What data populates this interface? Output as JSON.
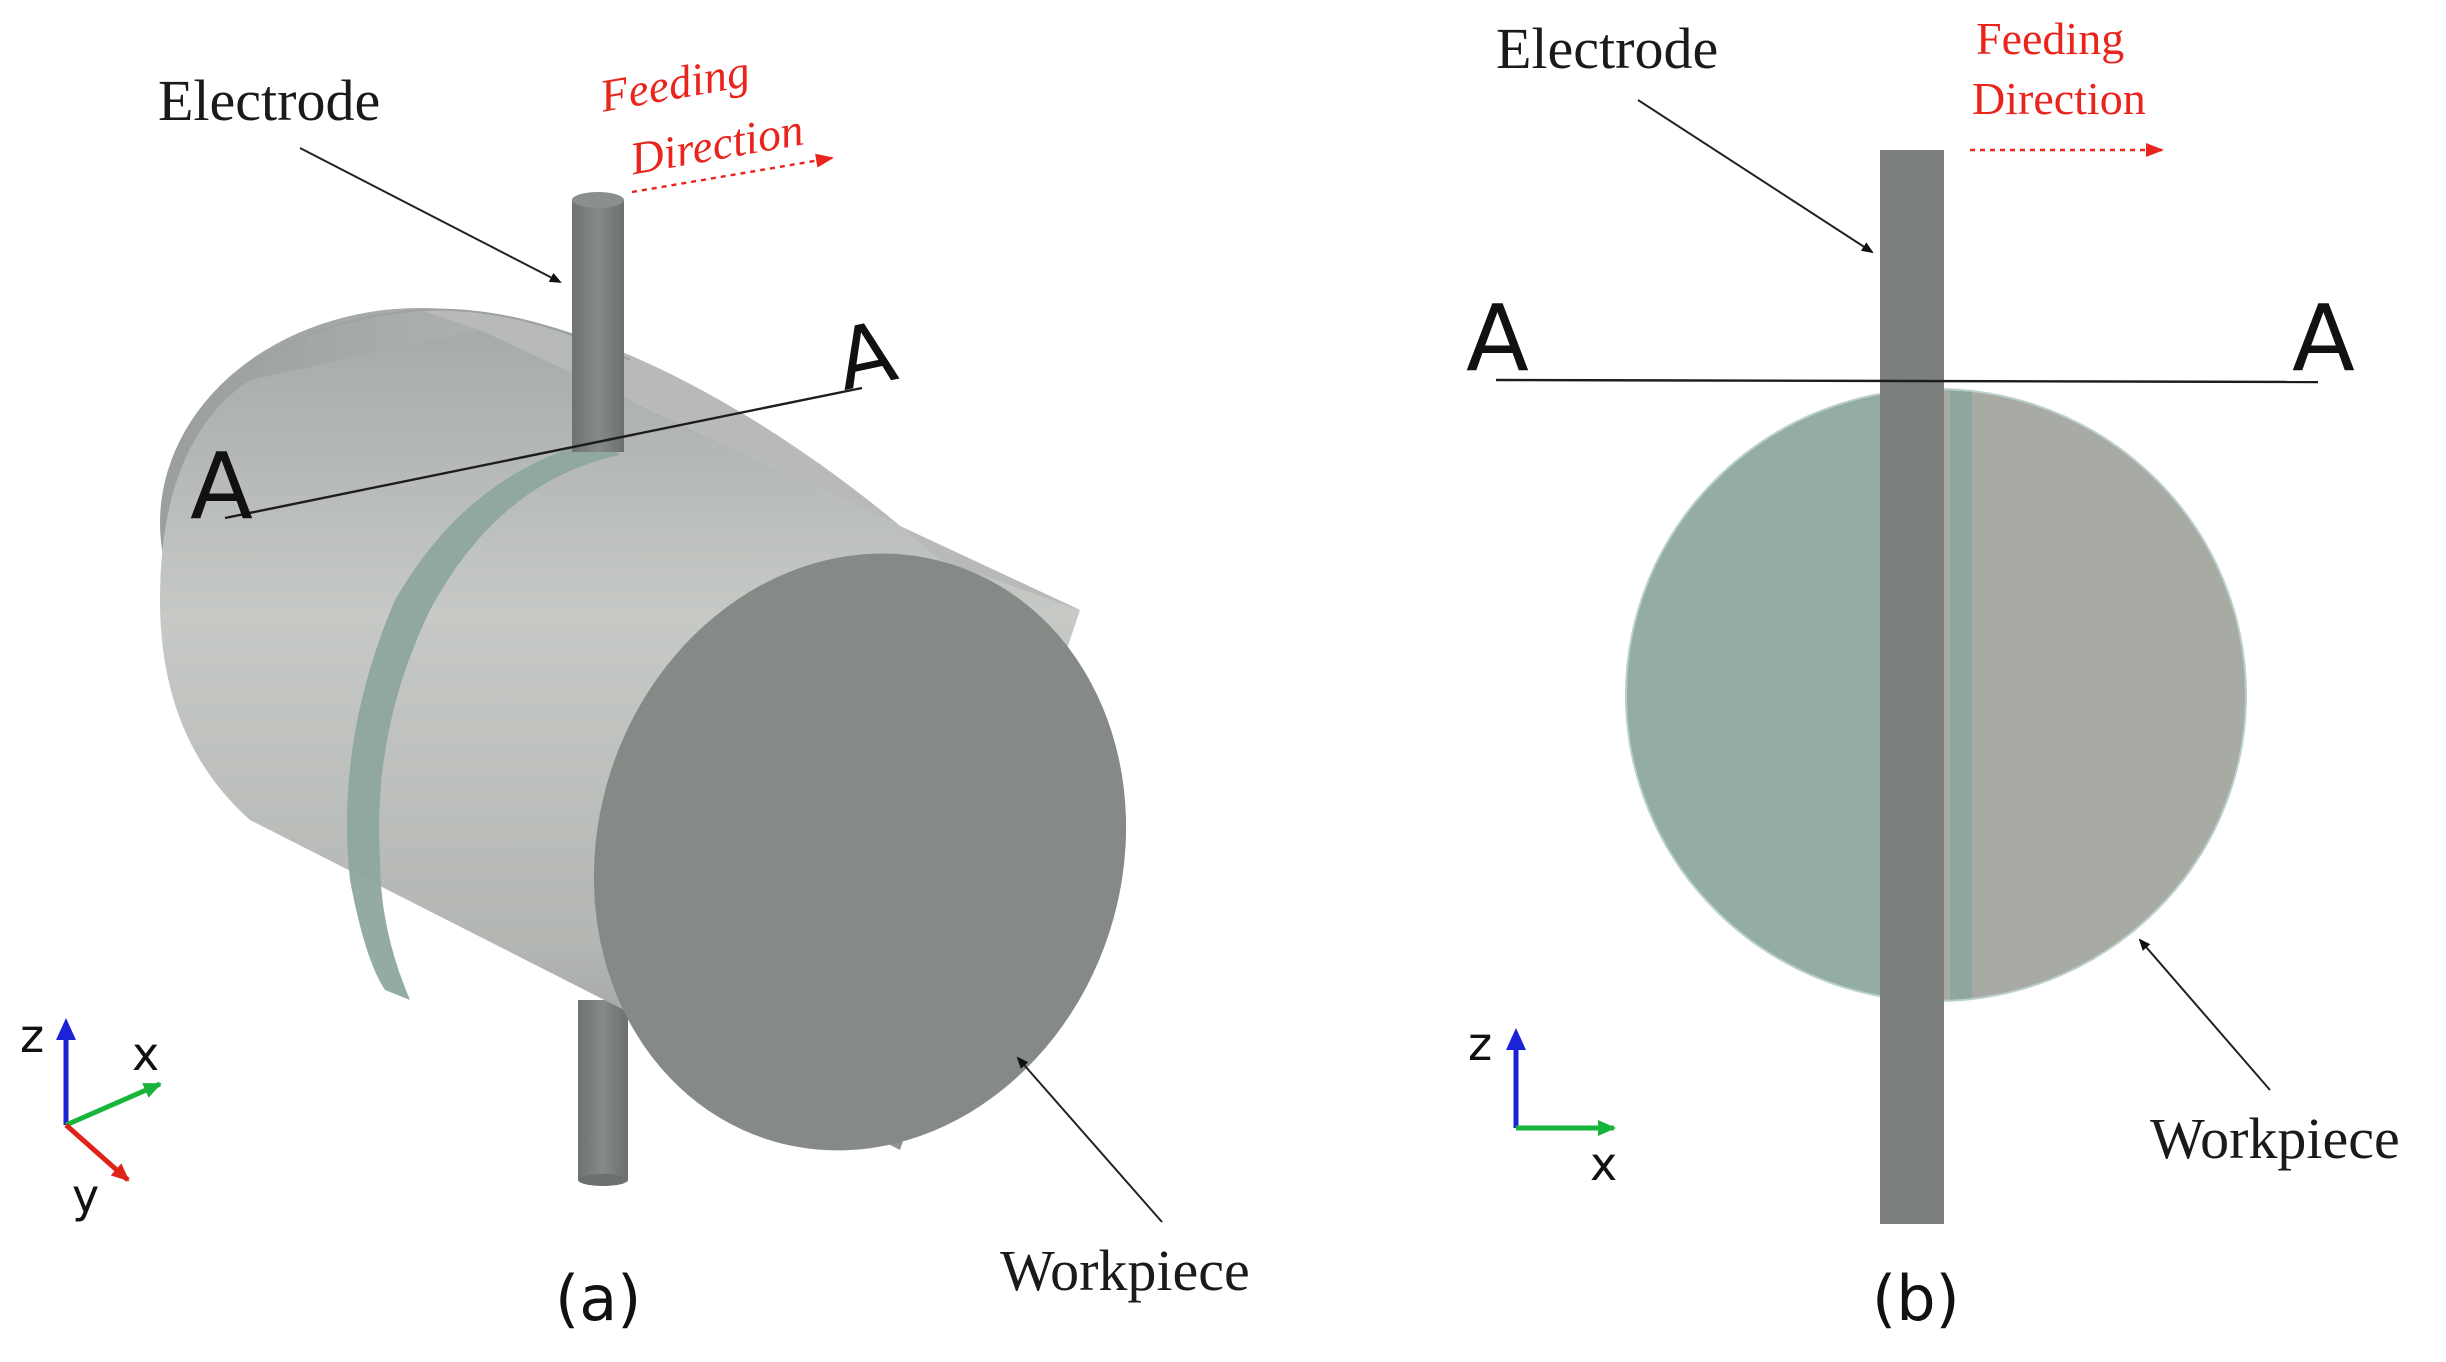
{
  "panel_a": {
    "caption": "(a)",
    "electrode_label": "Electrode",
    "workpiece_label": "Workpiece",
    "feeding_line1": "Feeding",
    "feeding_line2": "Direction",
    "section_label_left": "A",
    "section_label_right": "A",
    "axes": {
      "z": "z",
      "x": "x",
      "y": "y"
    }
  },
  "panel_b": {
    "caption": "(b)",
    "electrode_label": "Electrode",
    "workpiece_label": "Workpiece",
    "feeding_line1": "Feeding",
    "feeding_line2": "Direction",
    "section_label_left": "A",
    "section_label_right": "A",
    "axes": {
      "z": "z",
      "x": "x"
    }
  },
  "colors": {
    "annotation_red": "#e8241c",
    "cylinder_body": "#b8bcb8",
    "cylinder_face": "#858a87",
    "electrode": "#7c807d",
    "cut_band": "#92aaa3",
    "section_teal": "#93aca5",
    "section_gray": "#a8aaa4",
    "axis_z": "#1a24d6",
    "axis_x": "#19b43a",
    "axis_y": "#e0221b"
  }
}
